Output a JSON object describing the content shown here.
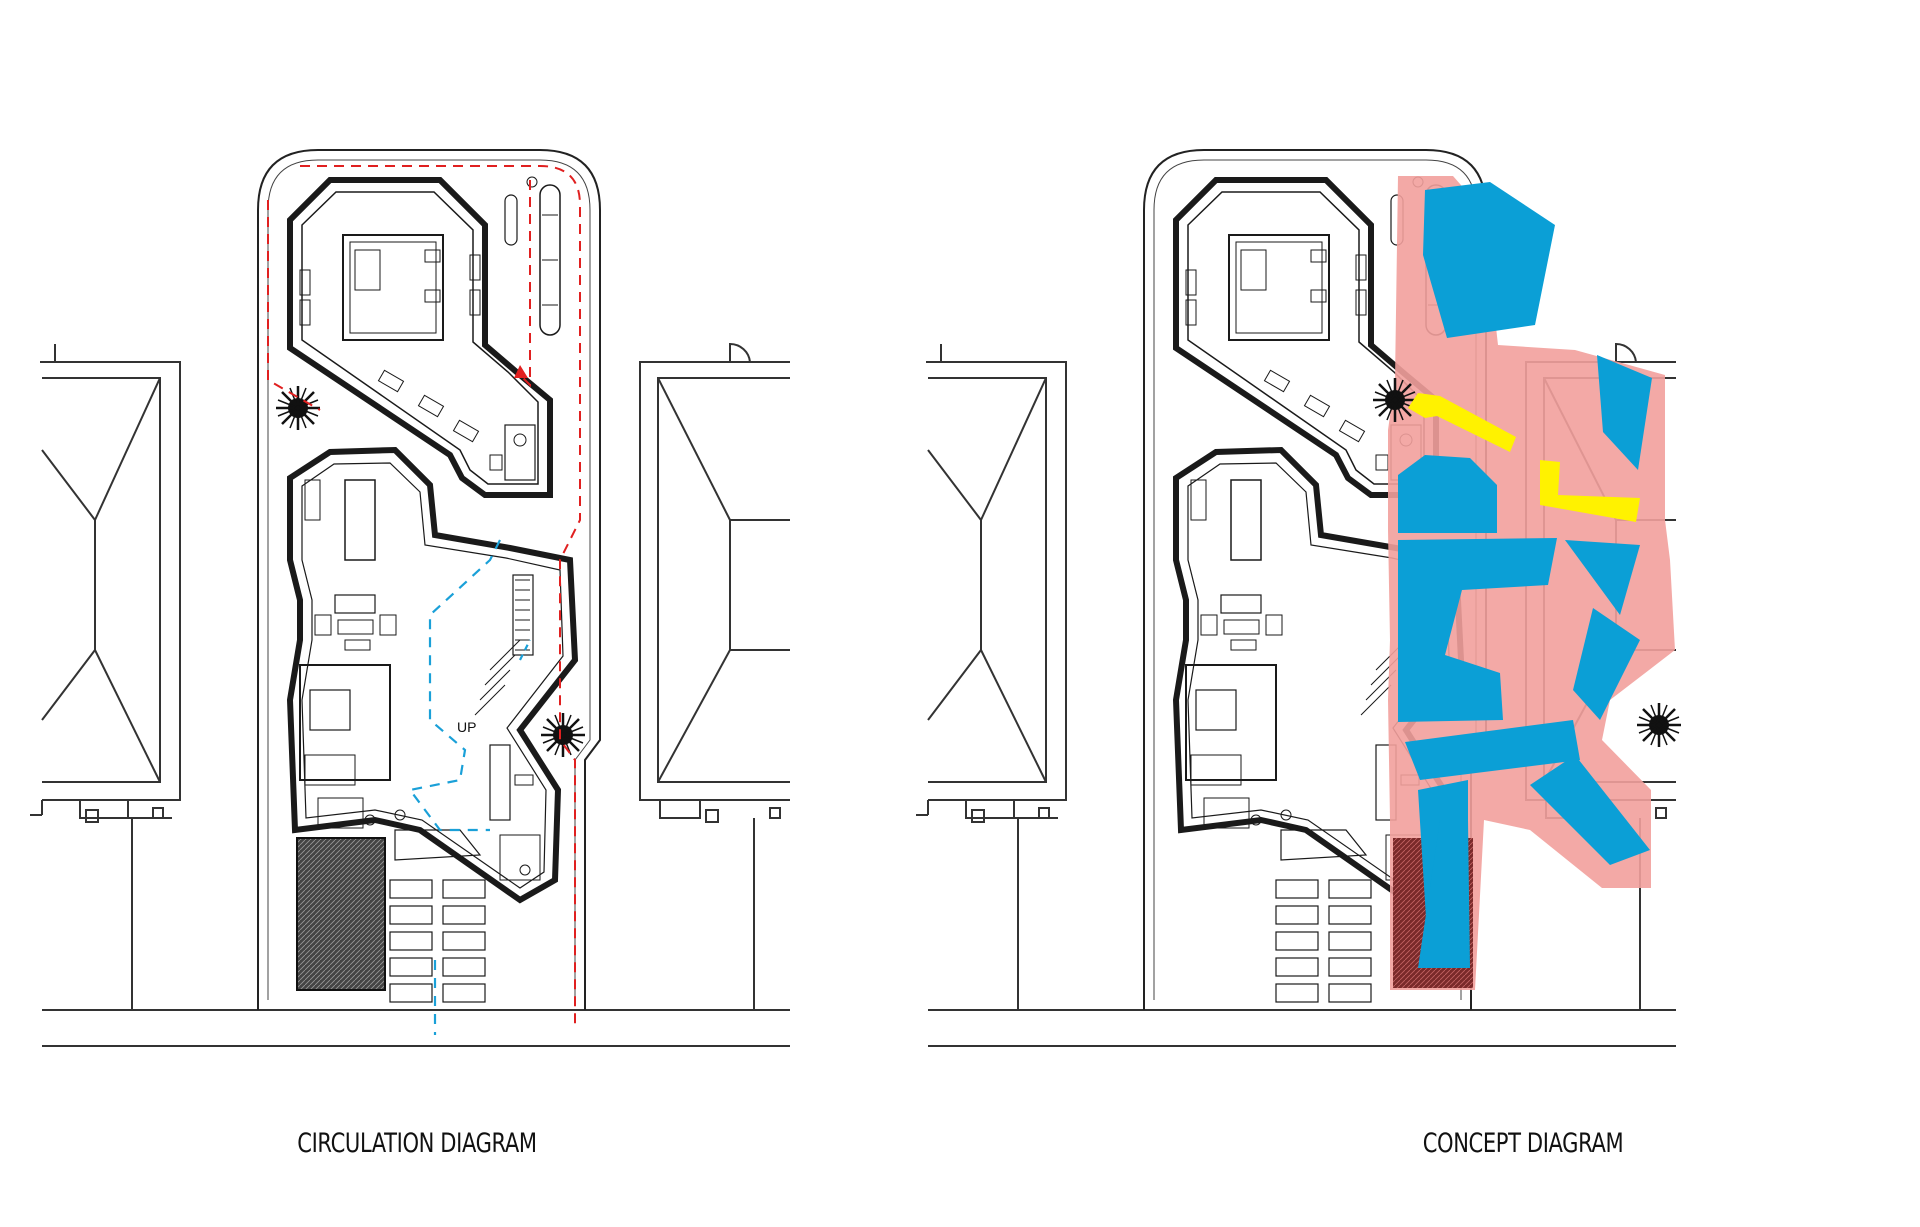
{
  "captions": {
    "circulation": "CIRCULATION DIAGRAM",
    "concept": "CONCEPT DIAGRAM"
  },
  "plan_labels": {
    "stair": "UP"
  },
  "colors": {
    "line": "#1a1a1a",
    "circulation_outdoor": "#e02020",
    "circulation_indoor": "#1aa0d8",
    "concept_fill": "#f2a09c",
    "concept_block": "#0b9fd6",
    "concept_path": "#fff200",
    "hatch": "#333333",
    "hatch_red": "#a23b3b"
  }
}
